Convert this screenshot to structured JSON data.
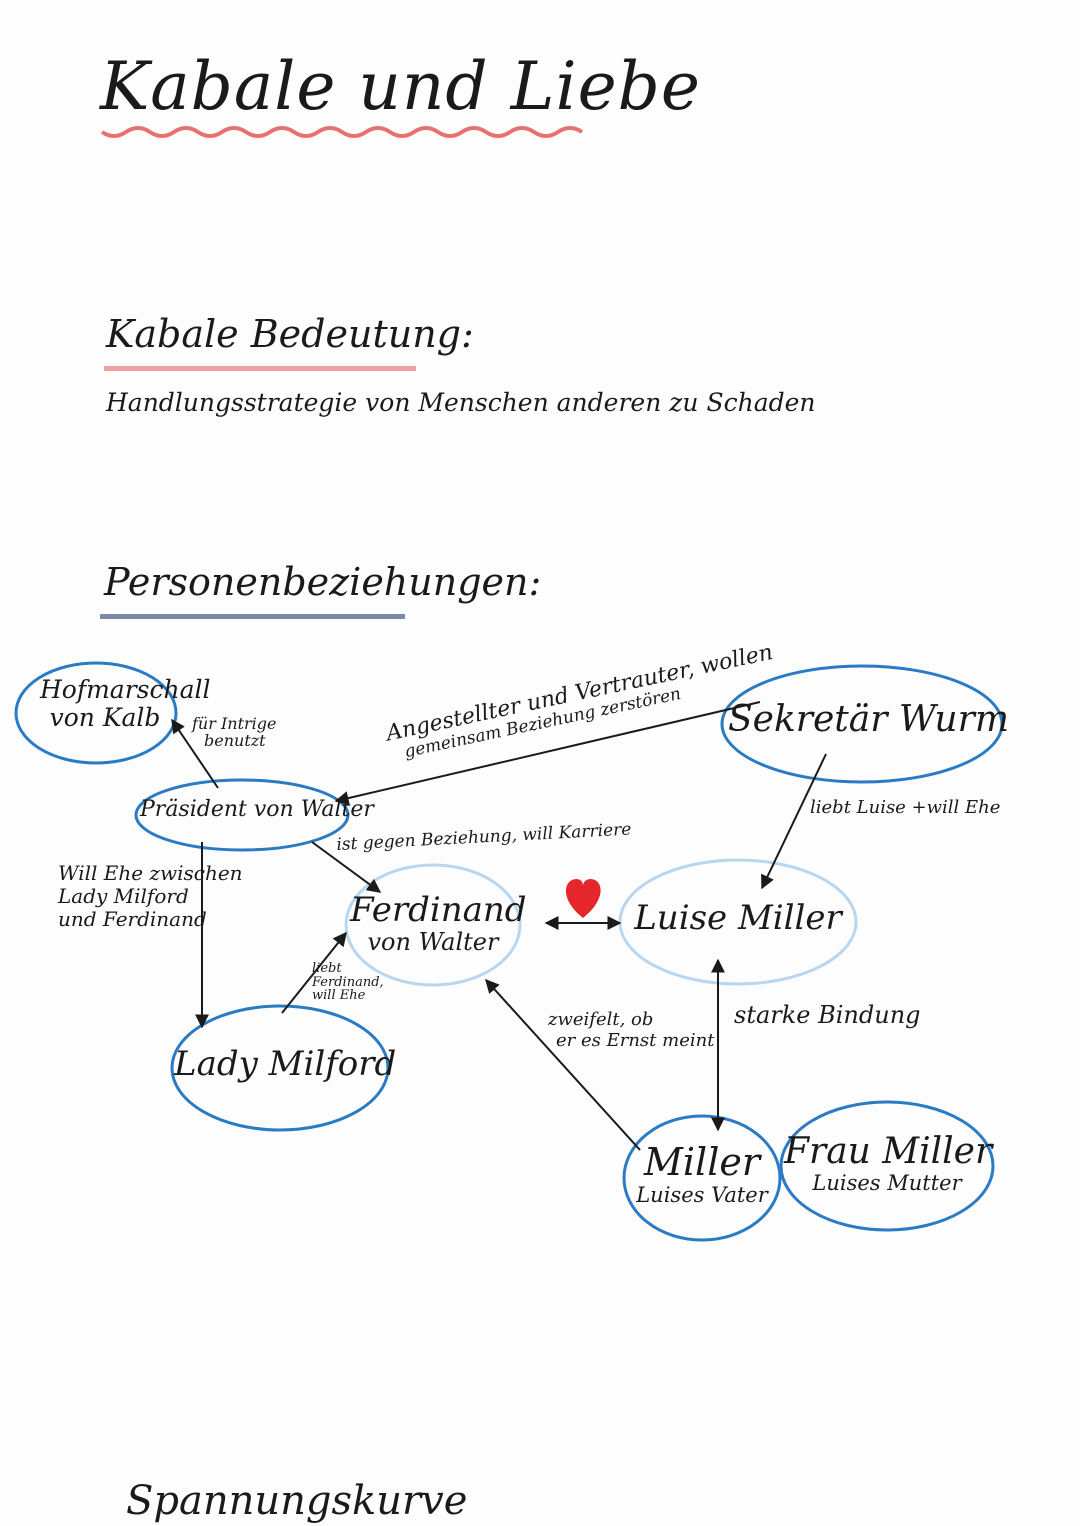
{
  "title": "Kabale und Liebe",
  "colors": {
    "title_underline": "#e8716f",
    "section1_underline": "#f0a0a0",
    "section2_underline": "#7a8aa8",
    "ellipse_dark": "#2a7bc4",
    "ellipse_light": "#b9d6ef",
    "heart": "#e5262b",
    "ink": "#1a1a1a"
  },
  "kabale_section": {
    "heading": "Kabale Bedeutung:",
    "definition": "Handlungsstrategie von Menschen anderen zu Schaden"
  },
  "relations_section": {
    "heading": "Personenbeziehungen:"
  },
  "diagram": {
    "nodes": {
      "hofmarschall": {
        "line1": "Hofmarschall",
        "line2": "von Kalb"
      },
      "praesident": {
        "label": "Präsident von Walter"
      },
      "wurm": {
        "label": "Sekretär Wurm"
      },
      "ferdinand": {
        "line1": "Ferdinand",
        "line2": "von Walter"
      },
      "luise": {
        "label": "Luise Miller"
      },
      "milford": {
        "label": "Lady Milford"
      },
      "miller": {
        "name": "Miller",
        "role": "Luises Vater"
      },
      "frau_miller": {
        "name": "Frau Miller",
        "role": "Luises Mutter"
      }
    },
    "labels": {
      "intrige_line1": "für Intrige",
      "intrige_line2": "benutzt",
      "wurm_president_line1": "Angestellter und Vertrauter, wollen",
      "wurm_president_line2": "gemeinsam Beziehung zerstören",
      "wurm_luise": "liebt Luise +will Ehe",
      "president_ferdinand": "ist gegen Beziehung, will Karriere",
      "president_milford_line1": "Will Ehe zwischen",
      "president_milford_line2": "Lady Milford",
      "president_milford_line3": "und Ferdinand",
      "milford_ferdinand_line1": "liebt",
      "milford_ferdinand_line2": "Ferdinand,",
      "milford_ferdinand_line3": "will Ehe",
      "miller_ferdinand_line1": "zweifelt, ob",
      "miller_ferdinand_line2": "er es Ernst meint",
      "luise_miller": "starke Bindung"
    },
    "icons": {
      "love": "heart-icon"
    }
  },
  "next_section": {
    "heading": "Spannungskurve"
  }
}
